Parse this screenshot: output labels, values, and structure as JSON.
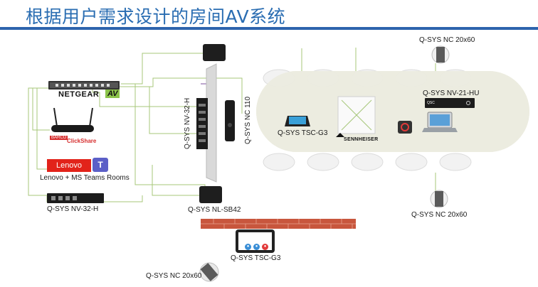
{
  "title": "根据用户需求设计的房间AV系统",
  "colors": {
    "title": "#2a6db2",
    "title_bar": "#2d64ad",
    "table": "#ecebdf",
    "line_green": "#a7c77a",
    "line_purple": "#7b4f9e"
  },
  "labels": {
    "nc_top_right": "Q-SYS NC 20x60",
    "nv21": "Q-SYS NV-21-HU",
    "tsc_table": "Q-SYS TSC-G3",
    "sennheiser": "SENNHEISER",
    "netgear": "NETGEAR",
    "netgear_av": "AV",
    "barco": "BARCO",
    "clickshare": "ClickShare",
    "lenovo": "Lenovo",
    "teams": "T",
    "lenovo_caption": "Lenovo + MS Teams Rooms",
    "nv32_left": "Q-SYS NV-32-H",
    "nv32_vertical": "Q-SYS NV-32-H",
    "nc110": "Q-SYS NC 110",
    "nlsb42": "Q-SYS NL-SB42",
    "nc_mid_right": "Q-SYS NC 20x60",
    "tsc_wall": "Q-SYS TSC-G3",
    "nc_bottom_left": "Q-SYS NC 20x60",
    "qsc": "QSC"
  }
}
